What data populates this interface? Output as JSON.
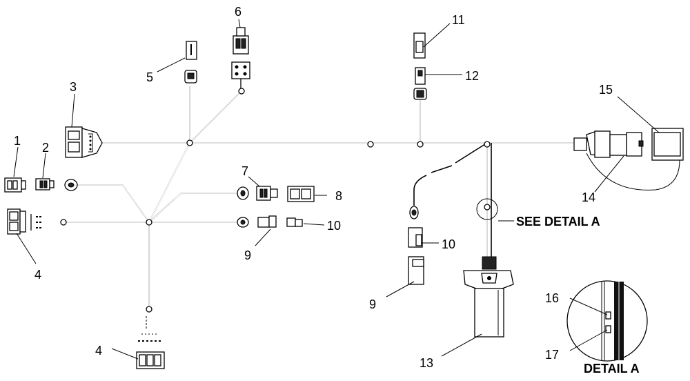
{
  "callouts": {
    "n1": "1",
    "n2": "2",
    "n3": "3",
    "n4a": "4",
    "n4b": "4",
    "n5": "5",
    "n6": "6",
    "n7": "7",
    "n8": "8",
    "n9a": "9",
    "n9b": "9",
    "n10a": "10",
    "n10b": "10",
    "n11": "11",
    "n12": "12",
    "n13": "13",
    "n14": "14",
    "n15": "15",
    "n16": "16",
    "n17": "17"
  },
  "labels": {
    "see_detail": "SEE DETAIL A",
    "detail_title": "DETAIL A"
  }
}
